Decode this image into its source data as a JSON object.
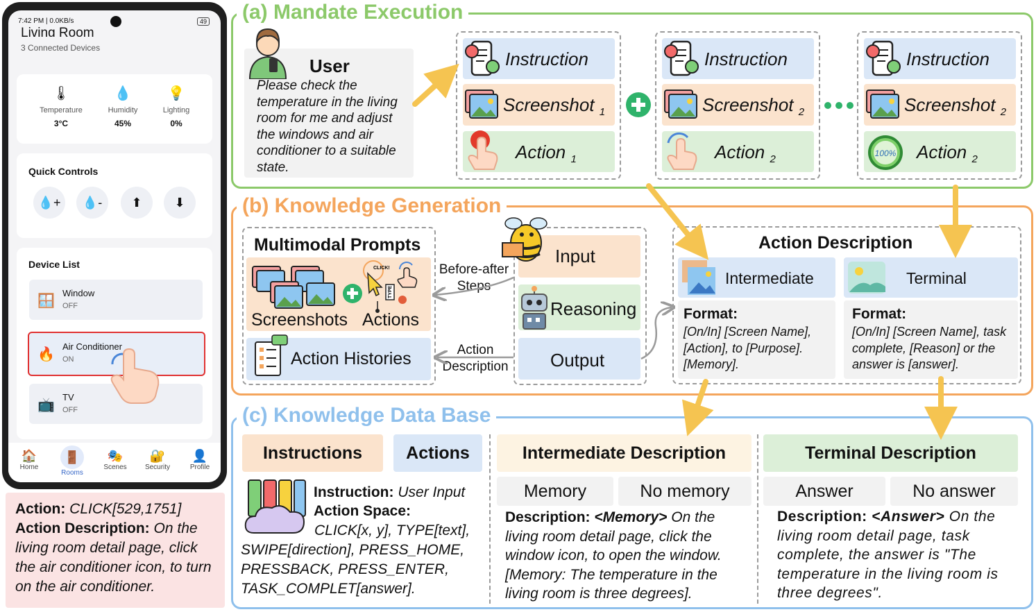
{
  "phone": {
    "status_time": "7:42 PM | 0.0KB/s",
    "status_right": "49",
    "room_title": "Living Room",
    "room_sub": "3 Connected Devices",
    "stats": [
      {
        "icon": "thermometer-icon",
        "glyph": "🌡",
        "name": "Temperature",
        "value": "3°C"
      },
      {
        "icon": "droplet-icon",
        "glyph": "💧",
        "name": "Humidity",
        "value": "45%"
      },
      {
        "icon": "bulb-icon",
        "glyph": "💡",
        "name": "Lighting",
        "value": "0%"
      }
    ],
    "quick_controls_title": "Quick Controls",
    "quick_buttons": [
      "💧+",
      "💧-",
      "⬆",
      "⬇"
    ],
    "device_list_title": "Device List",
    "devices": [
      {
        "glyph": "🪟",
        "name": "Window",
        "status": "OFF"
      },
      {
        "glyph": "🔥",
        "name": "Air Conditioner",
        "status": "ON"
      },
      {
        "glyph": "📺",
        "name": "TV",
        "status": "OFF"
      }
    ],
    "nav": [
      {
        "glyph": "🏠",
        "label": "Home"
      },
      {
        "glyph": "🚪",
        "label": "Rooms"
      },
      {
        "glyph": "🎭",
        "label": "Scenes"
      },
      {
        "glyph": "🔐",
        "label": "Security"
      },
      {
        "glyph": "👤",
        "label": "Profile"
      }
    ]
  },
  "action_box": {
    "action_label": "Action:",
    "action_value": "CLICK[529,1751]",
    "desc_label": "Action Description:",
    "desc_text": "On the living room detail page, click the air conditioner icon, to turn on the air conditioner."
  },
  "sec_a": {
    "title": "(a) Mandate Execution",
    "user_label": "User",
    "user_text": "Please check the temperature in the living room for me and adjust the windows and air conditioner to a suitable state.",
    "columns": [
      {
        "instruction": "Instruction",
        "screenshot": "Screenshot",
        "screenshot_sub": "1",
        "action": "Action",
        "action_sub": "1"
      },
      {
        "instruction": "Instruction",
        "screenshot": "Screenshot",
        "screenshot_sub": "2",
        "action": "Action",
        "action_sub": "2"
      },
      {
        "instruction": "Instruction",
        "screenshot": "Screenshot",
        "screenshot_sub": "2",
        "action": "Action",
        "action_sub": "2"
      }
    ],
    "progress_text": "100%"
  },
  "sec_b": {
    "title": "(b) Knowledge Generation",
    "mm_title": "Multimodal Prompts",
    "screenshots_label": "Screenshots",
    "actions_label": "Actions",
    "click_text": "CLICK!",
    "type_text": "TYPE",
    "histories_label": "Action Histories",
    "before_after": "Before-after\nSteps",
    "action_desc_arrow": "Action\nDescription",
    "input_label": "Input",
    "reasoning_label": "Reasoning",
    "output_label": "Output",
    "ad_title": "Action Description",
    "intermediate_label": "Intermediate",
    "terminal_label": "Terminal",
    "format_label": "Format:",
    "intermediate_format": "[On/In] [Screen Name], [Action], to [Purpose]. [Memory].",
    "terminal_format": "[On/In] [Screen Name], task complete, [Reason] or the answer is [answer]."
  },
  "sec_c": {
    "title": "(c) Knowledge Data Base",
    "instructions_label": "Instructions",
    "actions_label": "Actions",
    "instr_label": "Instruction:",
    "instr_value": "User Input",
    "space_label": "Action Space:",
    "space_value": "CLICK[x, y], TYPE[text], SWIPE[direction], PRESS_HOME, PRESSBACK, PRESS_ENTER, TASK_COMPLET[answer].",
    "intermediate_title": "Intermediate Description",
    "memory": "Memory",
    "no_memory": "No memory",
    "inter_desc_label": "Description:",
    "inter_desc_tag": "<Memory>",
    "inter_desc_text": "On the living room detail page, click the window icon, to open the window. [Memory: The temperature in the living room is three degrees].",
    "terminal_title": "Terminal Description",
    "answer": "Answer",
    "no_answer": "No answer",
    "term_desc_label": "Description:",
    "term_desc_tag": "<Answer>",
    "term_desc_text": "On the living room detail page, task complete, the answer is \"The temperature in the living room is three degrees\"."
  },
  "colors": {
    "section_a": "#8cc96a",
    "section_b": "#f4a55c",
    "section_c": "#8fc0ec",
    "arrow": "#f5c451",
    "blue_box": "#dae7f7",
    "orange_box": "#fbe3cd",
    "green_box": "#dcefd8"
  }
}
